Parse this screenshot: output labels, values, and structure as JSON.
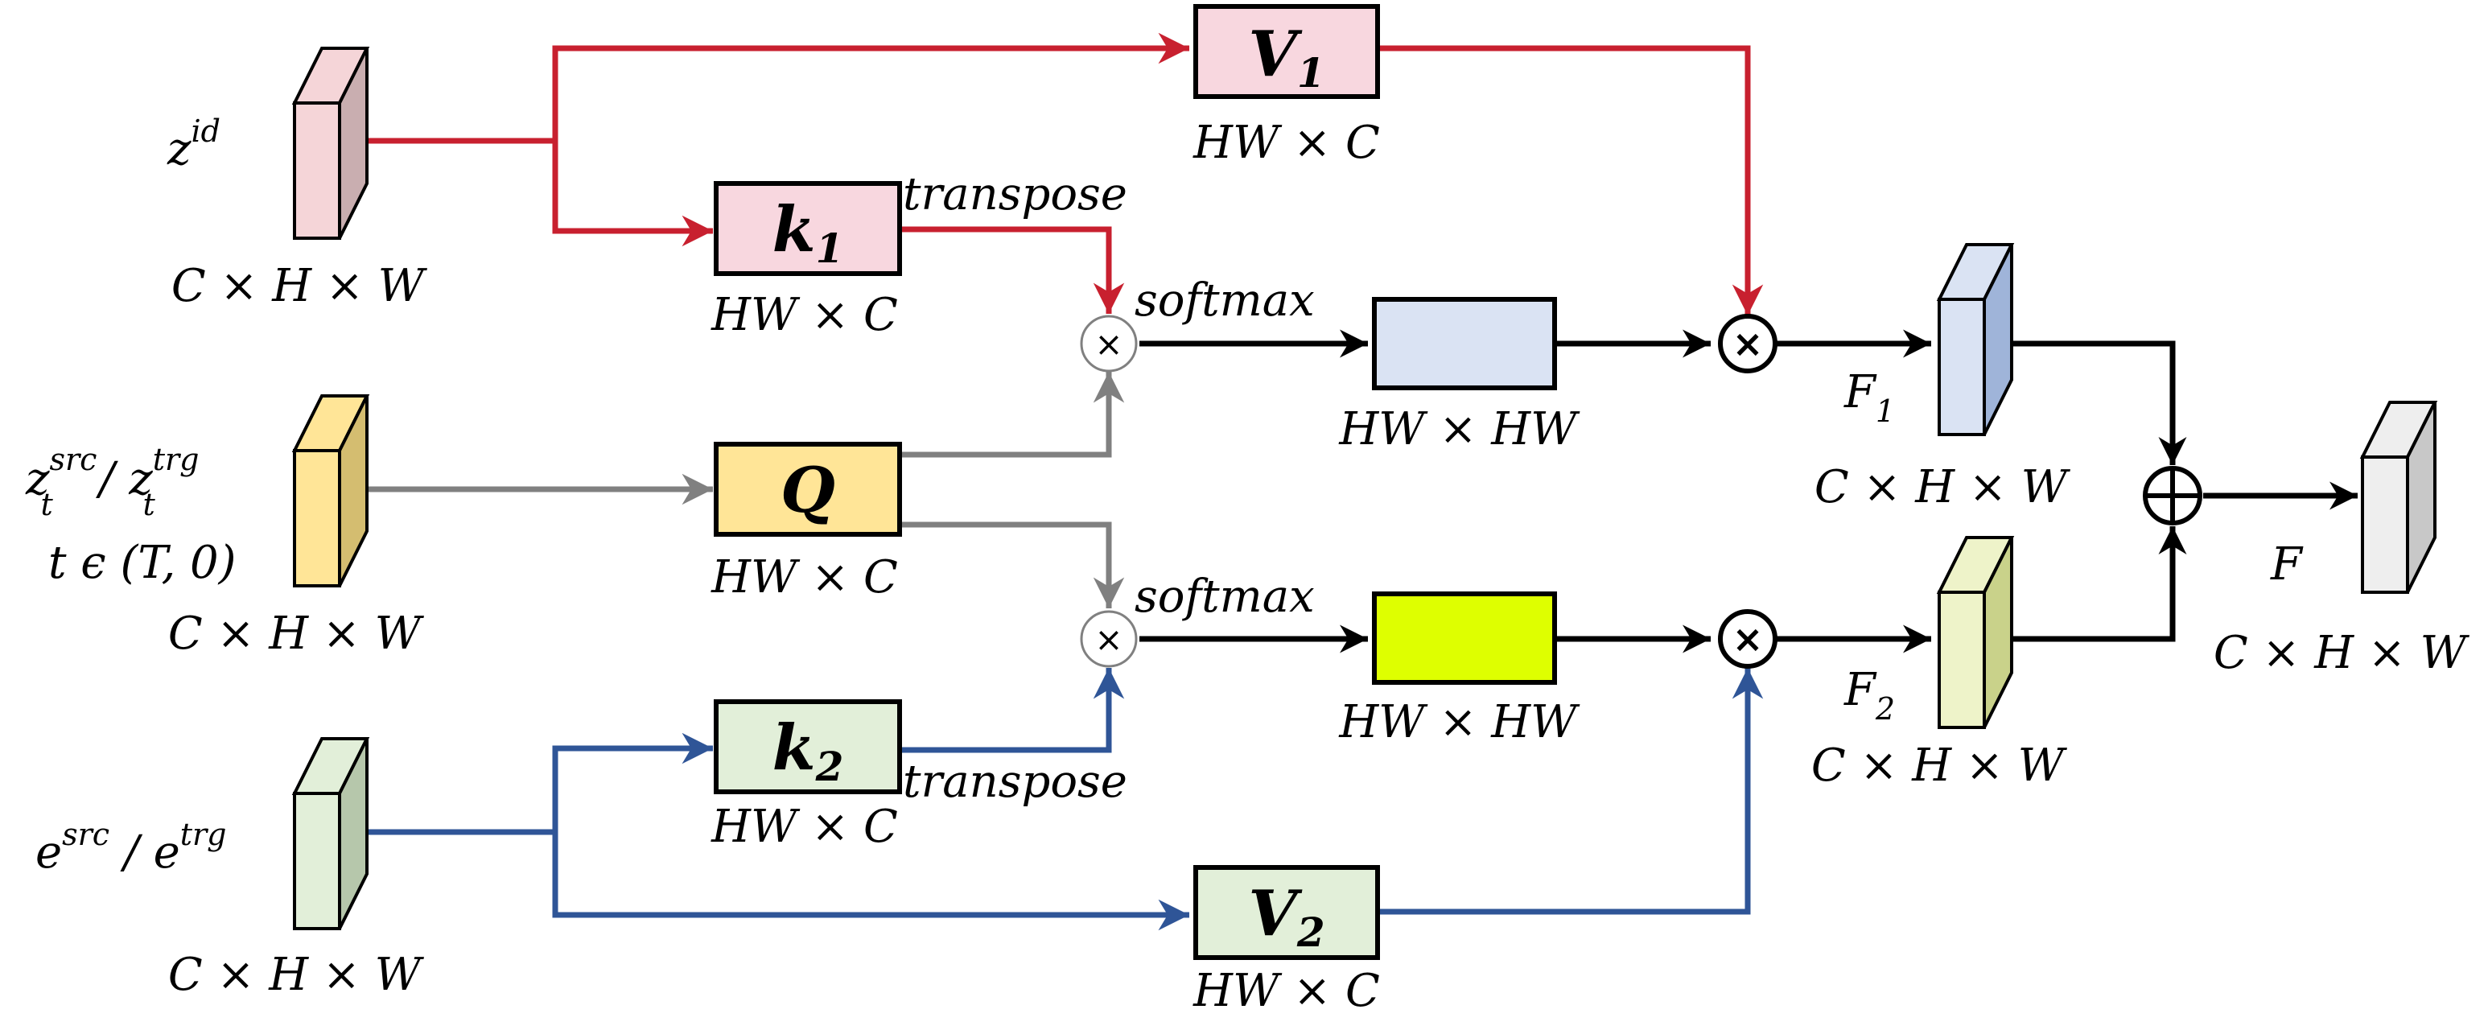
{
  "inputs": {
    "zid": {
      "base": "z",
      "sup": "id",
      "dims": "C × H × W"
    },
    "zt": {
      "base1": "z",
      "sup1": "src",
      "sub1": "t",
      "sep": " / ",
      "base2": "z",
      "sup2": "trg",
      "sub2": "t",
      "time": "t ϵ (T, 0)",
      "dims": "C × H × W"
    },
    "e": {
      "base1": "e",
      "sup1": "src",
      "sep": " / ",
      "base2": "e",
      "sup2": "trg",
      "dims": "C × H × W"
    }
  },
  "boxes": {
    "v1": {
      "main": "V",
      "sub": "1",
      "dims": "HW × C"
    },
    "k1": {
      "main": "k",
      "sub": "1",
      "dims": "HW × C"
    },
    "q": {
      "main": "Q",
      "dims": "HW × C"
    },
    "k2": {
      "main": "k",
      "sub": "2",
      "dims": "HW × C"
    },
    "v2": {
      "main": "V",
      "sub": "2",
      "dims": "HW × C"
    },
    "attn1": {
      "dims": "HW × HW"
    },
    "attn2": {
      "dims": "HW × HW"
    }
  },
  "labels": {
    "transpose_top": "transpose",
    "transpose_bottom": "transpose",
    "softmax_top": "softmax",
    "softmax_bottom": "softmax"
  },
  "operators": {
    "multiply": "×",
    "add": "+"
  },
  "outputs": {
    "f1": {
      "base": "F",
      "sub": "1",
      "dims": "C × H × W"
    },
    "f2": {
      "base": "F",
      "sub": "2",
      "dims": "C × H × W"
    },
    "f": {
      "base": "F",
      "dims": "C × H × W"
    }
  },
  "colors": {
    "red": "#c8202f",
    "gray": "#808080",
    "blue": "#2f5597",
    "black": "#000000",
    "v1_fill": "#f8d7df",
    "k1_fill": "#f8d7df",
    "q_fill": "#ffe597",
    "k2_fill": "#e2efd9",
    "v2_fill": "#e2efd9",
    "attn1_fill": "#dae3f3",
    "attn2_fill": "#deff00",
    "zid_front": "#c9aeb0",
    "zid_side": "#f5d5d8",
    "zt_front": "#d4bd70",
    "zt_side": "#ffe597",
    "e_front": "#b6c7ab",
    "e_side": "#e2efd9",
    "f1_front": "#9fb4d9",
    "f1_side": "#dae3f3",
    "f2_front": "#c9d28a",
    "f2_side": "#eef3c9",
    "f_front": "#c8c8c8",
    "f_side": "#eeeeee"
  }
}
